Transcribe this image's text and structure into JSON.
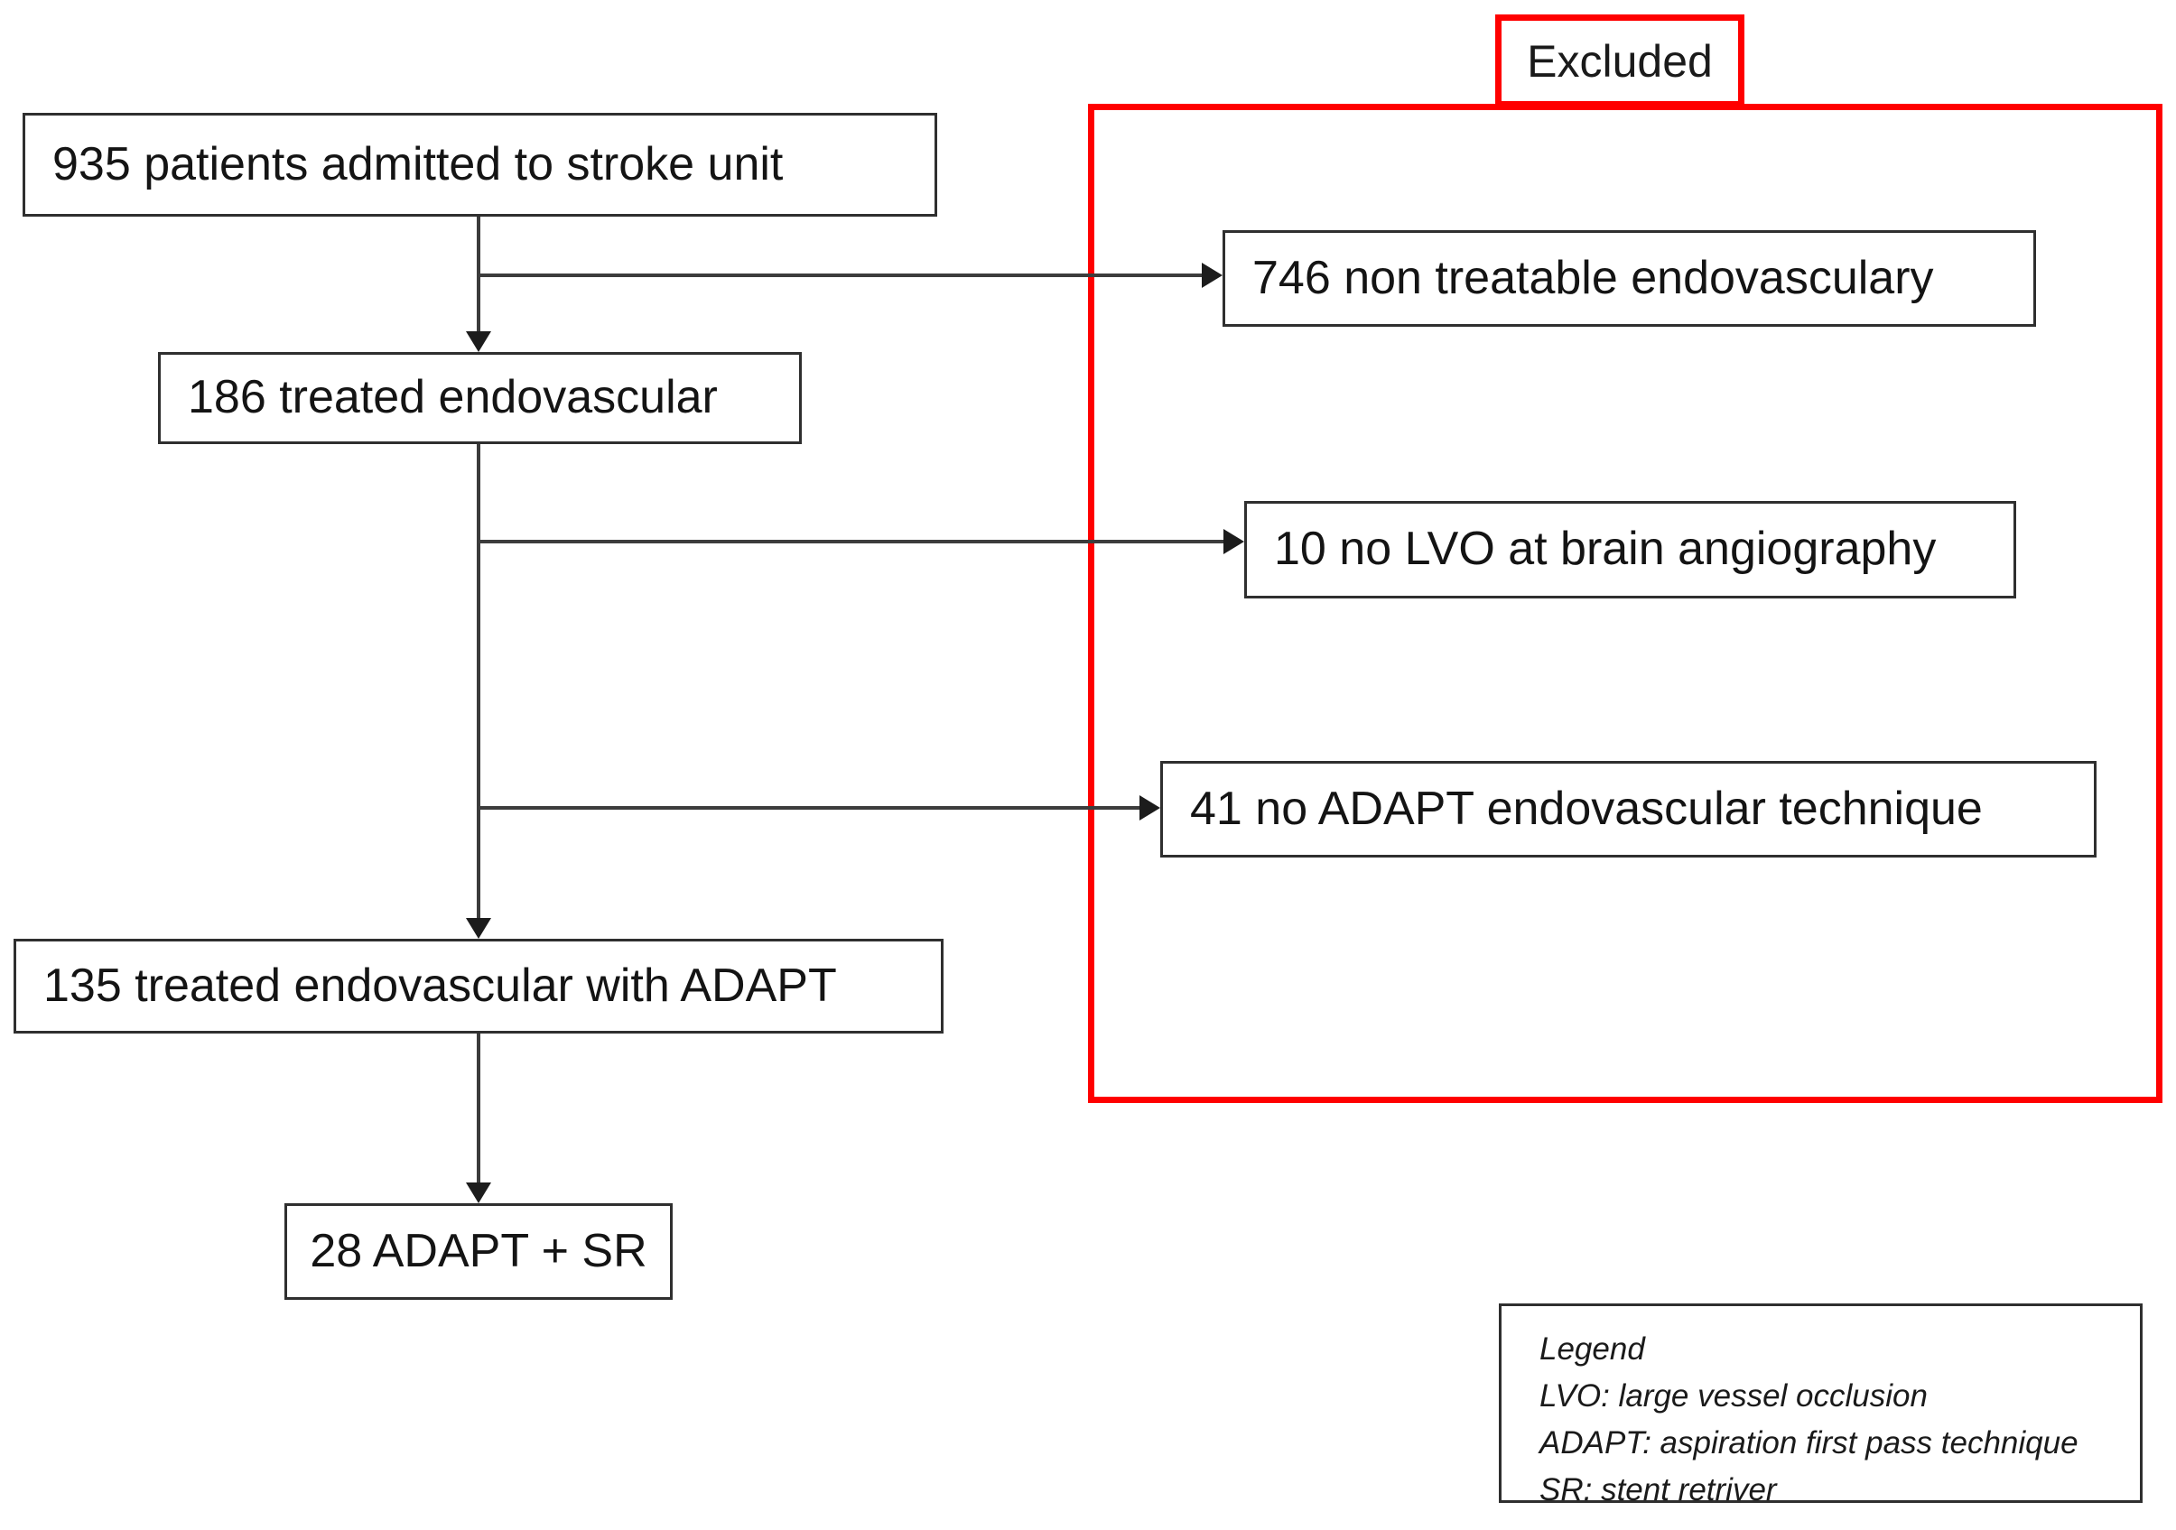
{
  "figure": {
    "flow": [
      {
        "label": "935 patients admitted to stroke unit"
      },
      {
        "label": "186 treated endovascular"
      },
      {
        "label": "135 treated endovascular with ADAPT"
      },
      {
        "label": "28 ADAPT + SR"
      }
    ],
    "excluded_panel": {
      "title": "Excluded",
      "items": [
        {
          "label": "746 non treatable endovasculary"
        },
        {
          "label": "10 no LVO at brain angiography"
        },
        {
          "label": "41 no ADAPT endovascular technique"
        }
      ]
    },
    "legend": {
      "title": "Legend",
      "lines": [
        {
          "text": "LVO: large vessel occlusion"
        },
        {
          "text": "ADAPT: aspiration first pass technique"
        },
        {
          "text": "SR: stent retriver"
        }
      ]
    },
    "colors": {
      "excluded_border": "#ff0000",
      "box_border": "#2f2f2f",
      "connector": "#3c3c3c",
      "text": "#141414",
      "background": "#ffffff"
    }
  }
}
